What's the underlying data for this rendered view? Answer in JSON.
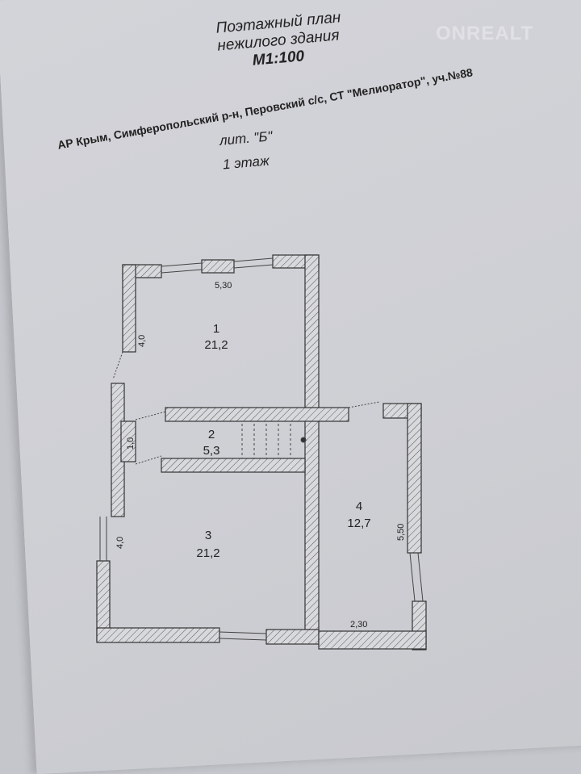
{
  "header": {
    "title_lines": [
      "Поэтажный план",
      "нежилого здания",
      "М1:100"
    ],
    "address": "АР Крым, Симферопольский р-н, Перовский с/с, СТ \"Мелиоратор\", уч.№88",
    "liter": "лит. \"Б\"",
    "floor": "1 этаж"
  },
  "watermark": "ONREALT",
  "plan": {
    "rooms": [
      {
        "number": "1",
        "area": "21,2"
      },
      {
        "number": "2",
        "area": "5,3"
      },
      {
        "number": "3",
        "area": "21,2"
      },
      {
        "number": "4",
        "area": "12,7"
      }
    ],
    "dimensions": [
      "5,30",
      "4,0",
      "1,0",
      "4,0",
      "5,50",
      "2,30"
    ]
  }
}
